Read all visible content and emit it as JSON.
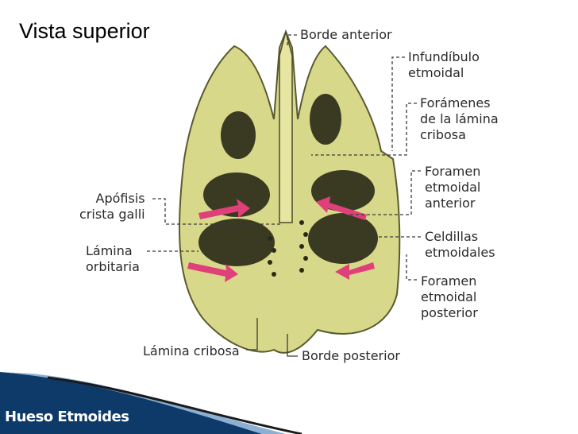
{
  "slide": {
    "title": "Vista superior",
    "footer_title": "Hueso Etmoides"
  },
  "labels": {
    "borde_anterior": "Borde anterior",
    "infundibulo": "Infundíbulo\netmoidal",
    "foramenes": "Forámenes\nde la lámina\ncribosa",
    "foramen_anterior": "Foramen\netmoidal\nanterior",
    "celdillas": "Celdillas\netmoidales",
    "foramen_posterior": "Foramen\netmoidal\nposterior",
    "apofisis": "Apófisis\ncrista galli",
    "lamina_orbitaria": "Lámina\norbitaria",
    "lamina_cribosa": "Lámina cribosa",
    "borde_posterior": "Borde posterior"
  },
  "colors": {
    "bone": "#d8d88a",
    "bone_shadow": "#3a3a22",
    "arrow": "#e0407a",
    "footer_band": "#0e3a6a"
  }
}
